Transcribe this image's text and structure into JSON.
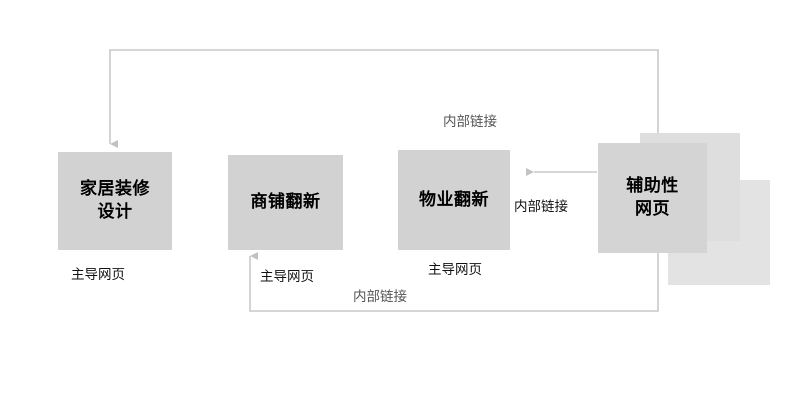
{
  "diagram": {
    "type": "flow-diagram",
    "background_color": "#ffffff",
    "node_fill": "#d2d2d2",
    "shadow_fill": "#e3e3e3",
    "edge_color": "#c9c9c9",
    "nodes": [
      {
        "id": "home-decor-design",
        "label": "家居装修\n设计",
        "caption": "主导网页",
        "stacked": false
      },
      {
        "id": "shop-renovation",
        "label": "商铺翻新",
        "caption": "主导网页",
        "stacked": false
      },
      {
        "id": "property-renovation",
        "label": "物业翻新",
        "caption": "主导网页",
        "stacked": false
      },
      {
        "id": "auxiliary-webpage",
        "label": "辅助性\n网页",
        "caption": "",
        "stacked": true
      }
    ],
    "edges": [
      {
        "id": "aux-to-home",
        "from": "auxiliary-webpage",
        "to": "home-decor-design",
        "label": "内部链接",
        "route": "top"
      },
      {
        "id": "aux-to-property",
        "from": "auxiliary-webpage",
        "to": "property-renovation",
        "label": "内部链接",
        "route": "direct"
      },
      {
        "id": "aux-to-shop",
        "from": "auxiliary-webpage",
        "to": "shop-renovation",
        "label": "内部链接",
        "route": "bottom"
      }
    ]
  }
}
